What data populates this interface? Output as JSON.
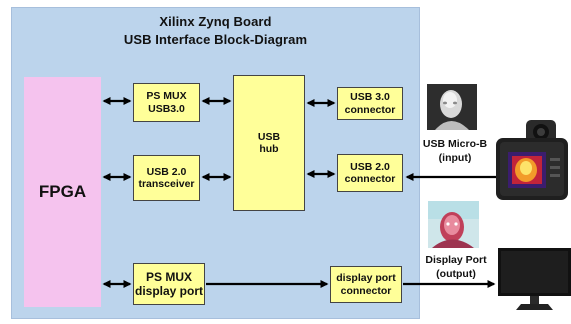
{
  "board": {
    "title_line1": "Xilinx Zynq Board",
    "title_line2": "USB Interface Block-Diagram"
  },
  "blocks": {
    "fpga": "FPGA",
    "ps_mux_usb3": "PS MUX\nUSB3.0",
    "usb2_transceiver": "USB 2.0\ntransceiver",
    "usb_hub": "USB\nhub",
    "usb3_connector": "USB 3.0\nconnector",
    "usb2_connector": "USB 2.0\nconnector",
    "ps_mux_display_port": "PS MUX\ndisplay port",
    "display_port_connector": "display port\nconnector"
  },
  "external": {
    "usb_microb_label": "USB Micro-B\n(input)",
    "display_port_label": "Display Port\n(output)"
  },
  "colors": {
    "board_background": "#bcd4ec",
    "fpga_fill": "#f5c3ee",
    "block_fill": "#ffff99",
    "arrow": "#000000"
  }
}
